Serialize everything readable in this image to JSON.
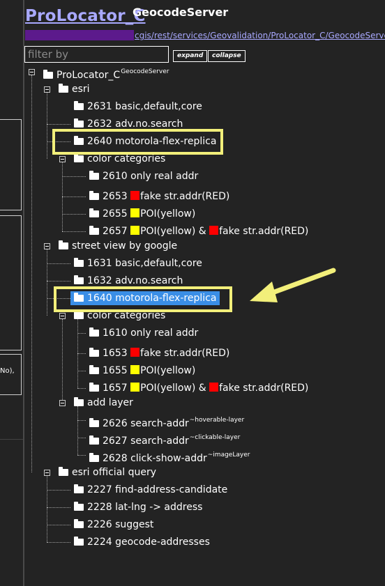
{
  "header": {
    "title": "ProLocator_C",
    "title_sup": "GeocodeServer",
    "url_tail": "cgis/rest/services/Geovalidation/ProLocator_C/GeocodeServer"
  },
  "filter": {
    "placeholder": "filter by",
    "value": ""
  },
  "buttons": {
    "expand": "expand",
    "collapse": "collapse"
  },
  "left_pane": {
    "fragment_text": "No),"
  },
  "colors": {
    "background": "#232323",
    "link": "#a9a9ff",
    "selection": "#3a8ee6",
    "highlight": "#f2ef7a",
    "red_swatch": "#ff0000",
    "yellow_swatch": "#ffff00"
  },
  "tree": {
    "root": {
      "label": "ProLocator_C",
      "sup": "GeocodeServer"
    },
    "esri": {
      "label": "esri",
      "items": [
        {
          "label": "2631 basic,default,core"
        },
        {
          "label": "2632 adv.no.search"
        },
        {
          "label": "2640 motorola-flex-replica"
        }
      ],
      "color_categories": {
        "label": "color categories",
        "items": [
          {
            "label": "2610 only real addr"
          },
          {
            "prefix": "2653 ",
            "text": "fake str.addr(RED)"
          },
          {
            "prefix": "2655 ",
            "text": "POI(yellow)"
          },
          {
            "prefix": "2657 ",
            "text1": "POI(yellow) & ",
            "text2": "fake str.addr(RED)"
          }
        ]
      }
    },
    "street_view": {
      "label": "street view by google",
      "items": [
        {
          "label": "1631 basic,default,core"
        },
        {
          "label": "1632 adv.no.search"
        },
        {
          "label": "1640 motorola-flex-replica",
          "selected": true
        }
      ],
      "color_categories": {
        "label": "color categories",
        "items": [
          {
            "label": "1610 only real addr"
          },
          {
            "prefix": "1653 ",
            "text": "fake str.addr(RED)"
          },
          {
            "prefix": "1655 ",
            "text": "POI(yellow)"
          },
          {
            "prefix": "1657 ",
            "text1": "POI(yellow) & ",
            "text2": "fake str.addr(RED)"
          }
        ]
      },
      "add_layer": {
        "label": "add layer",
        "items": [
          {
            "label": "2626 search-addr",
            "sup": "~hoverable-layer"
          },
          {
            "label": "2627 search-addr",
            "sup": "~clickable-layer"
          },
          {
            "label": "2628 click-show-addr",
            "sup": "~imageLayer"
          }
        ]
      }
    },
    "official_query": {
      "label": "esri official query",
      "items": [
        {
          "label": "2227 find-address-candidate"
        },
        {
          "label": "2228 lat-lng -> address"
        },
        {
          "label": "2226 suggest"
        },
        {
          "label": "2224 geocode-addresses"
        }
      ]
    }
  }
}
